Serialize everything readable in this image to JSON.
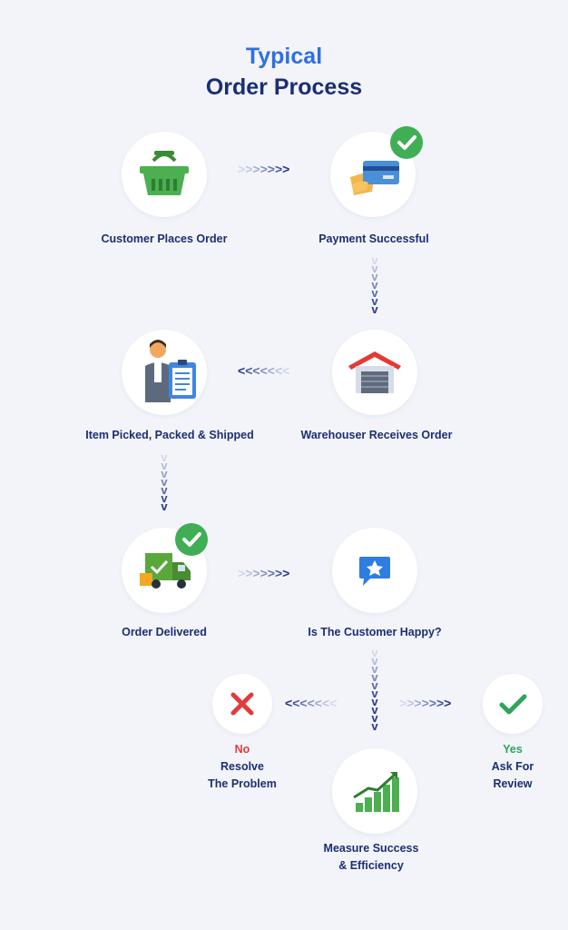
{
  "title": {
    "line1": "Typical",
    "line2": "Order Process"
  },
  "steps": [
    {
      "label": "Customer Places Order",
      "icon": "shopping-basket-icon"
    },
    {
      "label": "Payment Successful",
      "icon": "credit-card-hand-icon"
    },
    {
      "label": "Warehouser Receives Order",
      "icon": "warehouse-icon"
    },
    {
      "label": "Item Picked, Packed & Shipped",
      "icon": "worker-clipboard-icon"
    },
    {
      "label": "Order Delivered",
      "icon": "delivery-truck-icon"
    },
    {
      "label": "Is The Customer Happy?",
      "icon": "star-chat-bubble-icon"
    }
  ],
  "no_branch": {
    "answer": "No",
    "line1": "Resolve",
    "line2": "The Problem",
    "icon": "x-mark-icon"
  },
  "yes_branch": {
    "answer": "Yes",
    "line1": "Ask For",
    "line2": "Review",
    "icon": "check-mark-icon"
  },
  "final_step": {
    "line1": "Measure Success",
    "line2": "& Efficiency",
    "icon": "growth-chart-icon"
  },
  "colors": {
    "background": "#f2f4fa",
    "title_accent": "#2f6fe0",
    "title_dark": "#1c2e72",
    "success_green": "#3fae55",
    "no_red": "#e23b3b",
    "arrow": "#26378a"
  }
}
